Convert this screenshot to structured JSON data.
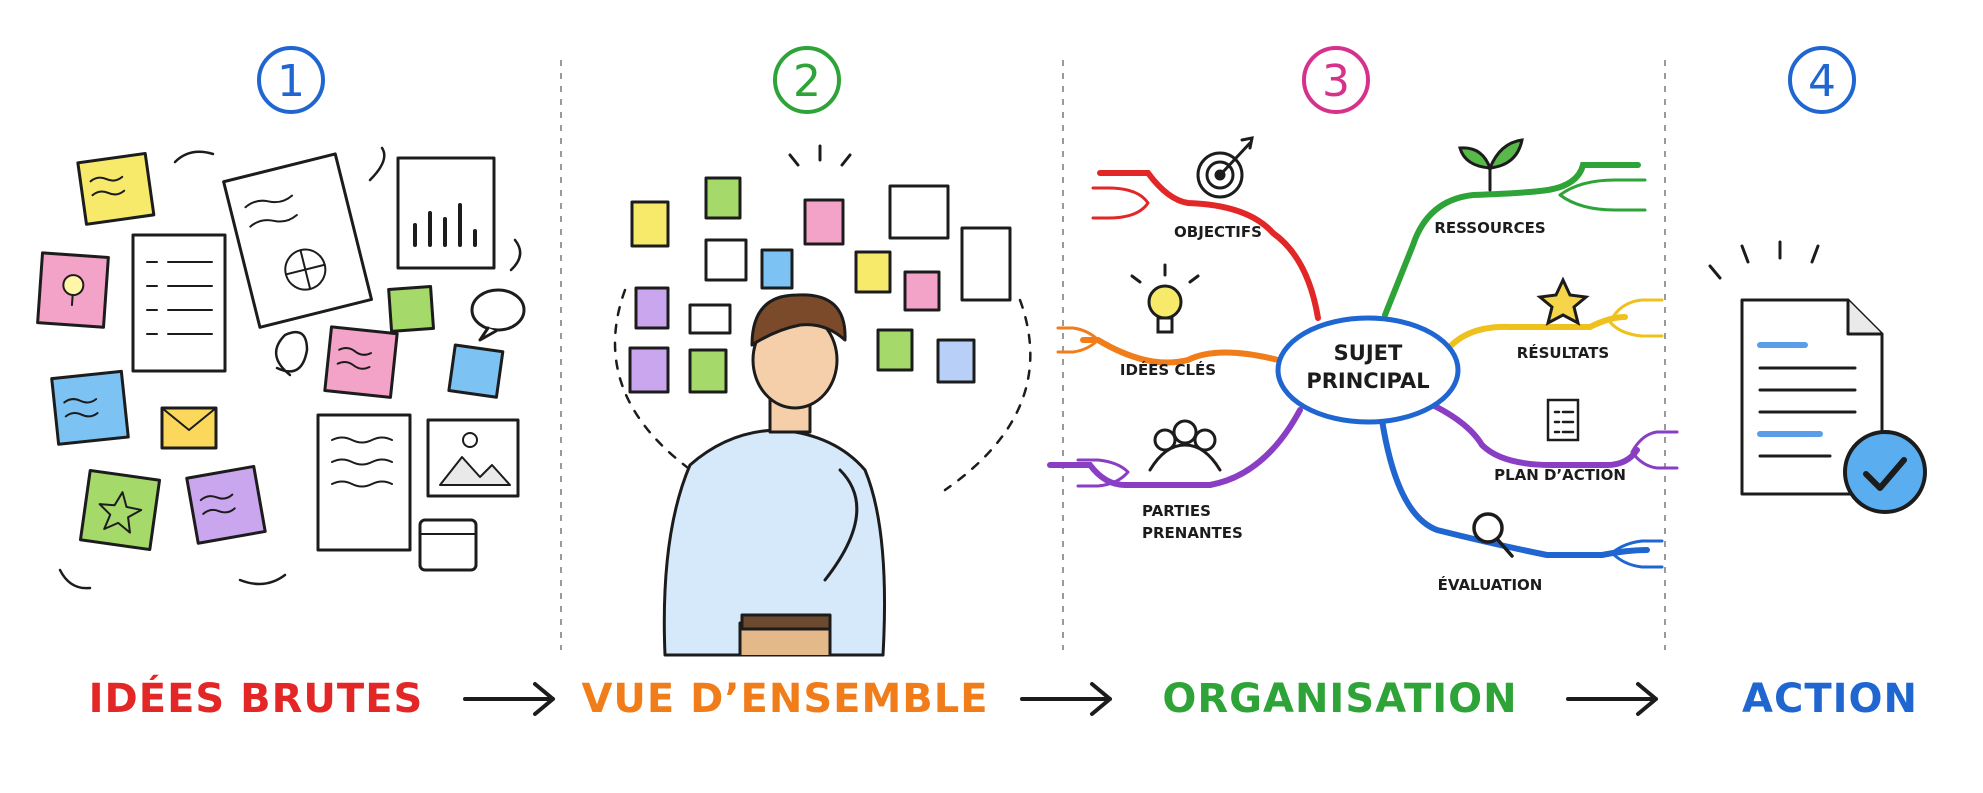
{
  "colors": {
    "red": "#e32626",
    "orange": "#f07d1a",
    "green": "#2ea337",
    "blue": "#1f66d1",
    "magenta": "#d6318b",
    "purple": "#8a3ec4",
    "yellow": "#efc11d",
    "ink": "#1c1c1c"
  },
  "steps": [
    {
      "number": "1",
      "label": "IDÉES BRUTES"
    },
    {
      "number": "2",
      "label": "VUE D’ENSEMBLE"
    },
    {
      "number": "3",
      "label": "ORGANISATION"
    },
    {
      "number": "4",
      "label": "ACTION"
    }
  ],
  "mindmap": {
    "center": "SUJET PRINCIPAL",
    "center_line1": "SUJET",
    "center_line2": "PRINCIPAL",
    "branches": [
      {
        "label": "OBJECTIFS",
        "icon": "target-icon",
        "color": "#e32626"
      },
      {
        "label": "IDÉES CLÉS",
        "icon": "lightbulb-icon",
        "color": "#f07d1a"
      },
      {
        "label": "PARTIES PRENANTES",
        "label_line1": "PARTIES",
        "label_line2": "PRENANTES",
        "icon": "people-icon",
        "color": "#8a3ec4"
      },
      {
        "label": "RESSOURCES",
        "icon": "sprout-icon",
        "color": "#2ea337"
      },
      {
        "label": "RÉSULTATS",
        "icon": "star-icon",
        "color": "#efc11d"
      },
      {
        "label": "PLAN D’ACTION",
        "icon": "checklist-icon",
        "color": "#8a3ec4"
      },
      {
        "label": "ÉVALUATION",
        "icon": "magnifier-icon",
        "color": "#1f66d1"
      }
    ]
  }
}
